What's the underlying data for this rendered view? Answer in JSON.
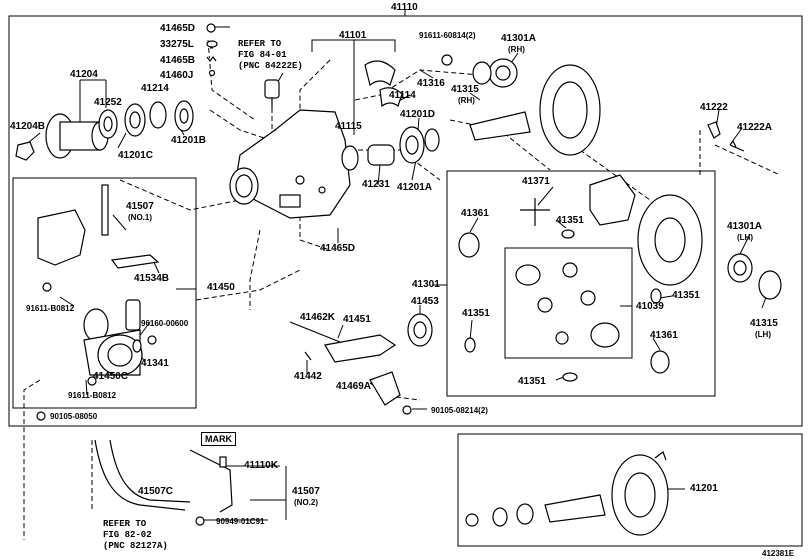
{
  "diagram": {
    "top_part": "41110",
    "figure_id": "412381E",
    "mark": "MARK",
    "refer_top": [
      "REFER TO",
      "FIG 84-01",
      "(PNC 84222E)"
    ],
    "refer_bottom": [
      "REFER TO",
      "FIG 82-02",
      "(PNC 82127A)"
    ],
    "parts": {
      "p41465D_top": "41465D",
      "p33275L": "33275L",
      "p41465B": "41465B",
      "p41460J": "41460J",
      "p41204": "41204",
      "p41252": "41252",
      "p41214": "41214",
      "p41204B": "41204B",
      "p41201C": "41201C",
      "p41201B": "41201B",
      "p41101": "41101",
      "p91611_60814": "91611-60814(2)",
      "p41301A_rh": "41301A",
      "rh1": "(RH)",
      "p41316": "41316",
      "p41315_rh": "41315",
      "rh2": "(RH)",
      "p41114": "41114",
      "p41115": "41115",
      "p41201D": "41201D",
      "p41231": "41231",
      "p41201A": "41201A",
      "p41222": "41222",
      "p41222A": "41222A",
      "p41507_1": "41507",
      "no1": "(NO.1)",
      "p41534B": "41534B",
      "p41465D_mid": "41465D",
      "p41450": "41450",
      "p91611_B0812_a": "91611-B0812",
      "p96160": "96160-00600",
      "p41341": "41341",
      "p41450C": "41450C",
      "p91611_B0812_b": "91611-B0812",
      "p90105_08050": "90105-08050",
      "p41462K": "41462K",
      "p41451": "41451",
      "p41453": "41453",
      "p41442": "41442",
      "p41469A": "41469A",
      "p90105_08214": "90105-08214(2)",
      "p41371": "41371",
      "p41361_a": "41361",
      "p41351_a": "41351",
      "p41301": "41301",
      "p41301A_lh": "41301A",
      "lh1": "(LH)",
      "p41351_b": "41351",
      "p41351_c": "41351",
      "p41039": "41039",
      "p41361_b": "41361",
      "p41315_lh": "41315",
      "lh2": "(LH)",
      "p41351_d": "41351",
      "p41507C": "41507C",
      "p41110K": "41110K",
      "p41507_2": "41507",
      "no2": "(NO.2)",
      "p90949": "90949-01C91",
      "p41201": "41201"
    }
  }
}
